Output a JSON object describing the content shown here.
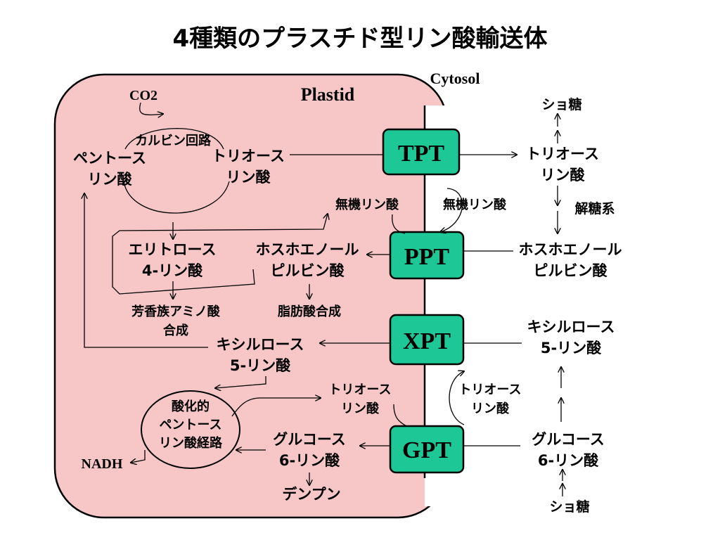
{
  "title": "4種類のプラスチド型リン酸輸送体",
  "compartments": {
    "plastid": "Plastid",
    "cytosol": "Cytosol"
  },
  "transporters": {
    "tpt": "TPT",
    "ppt": "PPT",
    "xpt": "XPT",
    "gpt": "GPT"
  },
  "colors": {
    "plastid_fill": "#f7c7c7",
    "transporter_fill": "#1dc896",
    "line": "#000000"
  },
  "plastid_side": {
    "co2": "CO2",
    "calvin_cycle": "カルビン回路",
    "pentose_phosphate_l1": "ペントース",
    "pentose_phosphate_l2": "リン酸",
    "triose_phosphate_l1": "トリオース",
    "triose_phosphate_l2": "リン酸",
    "inorganic_phosphate": "無機リン酸",
    "erythrose_l1": "エリトロース",
    "erythrose_l2": "4-リン酸",
    "pep_l1": "ホスホエノール",
    "pep_l2": "ピルビン酸",
    "aromatic_l1": "芳香族アミノ酸",
    "aromatic_l2": "合成",
    "fatty_acid": "脂肪酸合成",
    "xylulose_l1": "キシルロース",
    "xylulose_l2": "5-リン酸",
    "oppp_l1": "酸化的",
    "oppp_l2": "ペントース",
    "oppp_l3": "リン酸経路",
    "triose2_l1": "トリオース",
    "triose2_l2": "リン酸",
    "g6p_l1": "グルコース",
    "g6p_l2": "6-リン酸",
    "nadh": "NADH",
    "starch": "デンプン"
  },
  "cytosol_side": {
    "sucrose_top": "ショ糖",
    "triose_l1": "トリオース",
    "triose_l2": "リン酸",
    "inorganic_phosphate": "無機リン酸",
    "glycolysis": "解糖系",
    "pep_l1": "ホスホエノール",
    "pep_l2": "ピルビン酸",
    "xylulose_l1": "キシルロース",
    "xylulose_l2": "5-リン酸",
    "triose2_l1": "トリオース",
    "triose2_l2": "リン酸",
    "g6p_l1": "グルコース",
    "g6p_l2": "6-リン酸",
    "sucrose_bottom": "ショ糖"
  }
}
